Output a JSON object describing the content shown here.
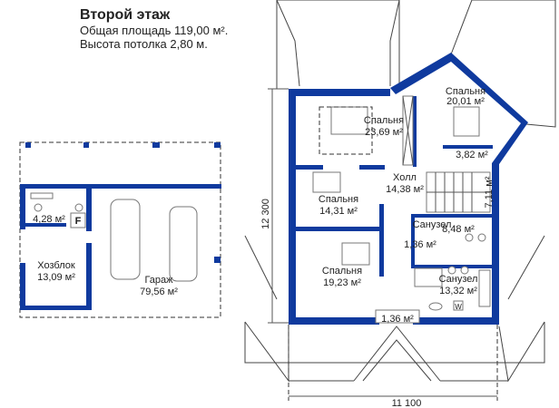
{
  "header": {
    "title": "Второй этаж",
    "total_area": "Общая площадь 119,00 м².",
    "ceiling_height": "Высота потолка 2,80 м."
  },
  "colors": {
    "wall": "#0f3a9e",
    "lines": "#444444",
    "background": "#ffffff"
  },
  "rooms": {
    "bedroom1": {
      "name": "Спальня",
      "area": "23,69 м²"
    },
    "bedroom2": {
      "name": "Спальня",
      "area": "20,01 м²"
    },
    "closet1": {
      "area": "3,82 м²"
    },
    "hall": {
      "name": "Холл",
      "area": "14,38 м²"
    },
    "stairs": {
      "area": "7,11 м²"
    },
    "bedroom3": {
      "name": "Спальня",
      "area": "14,31 м²"
    },
    "bath1": {
      "name": "Санузел",
      "area": "8,48 м²"
    },
    "closet2": {
      "area": "1,36 м²"
    },
    "bedroom4": {
      "name": "Спальня",
      "area": "19,23 м²"
    },
    "bath2": {
      "name": "Санузел",
      "area": "13,32 м²"
    },
    "balcony": {
      "area": "1,36 м²"
    },
    "utility": {
      "name": "Хозблок",
      "area": "13,09 м²"
    },
    "wc": {
      "area": "4,28 м²"
    },
    "furnace": {
      "name": "F"
    },
    "garage": {
      "name": "Гараж",
      "area": "79,56 м²"
    },
    "washer": {
      "name": "W"
    }
  },
  "dimensions": {
    "height": "12 300",
    "width": "11 100"
  }
}
